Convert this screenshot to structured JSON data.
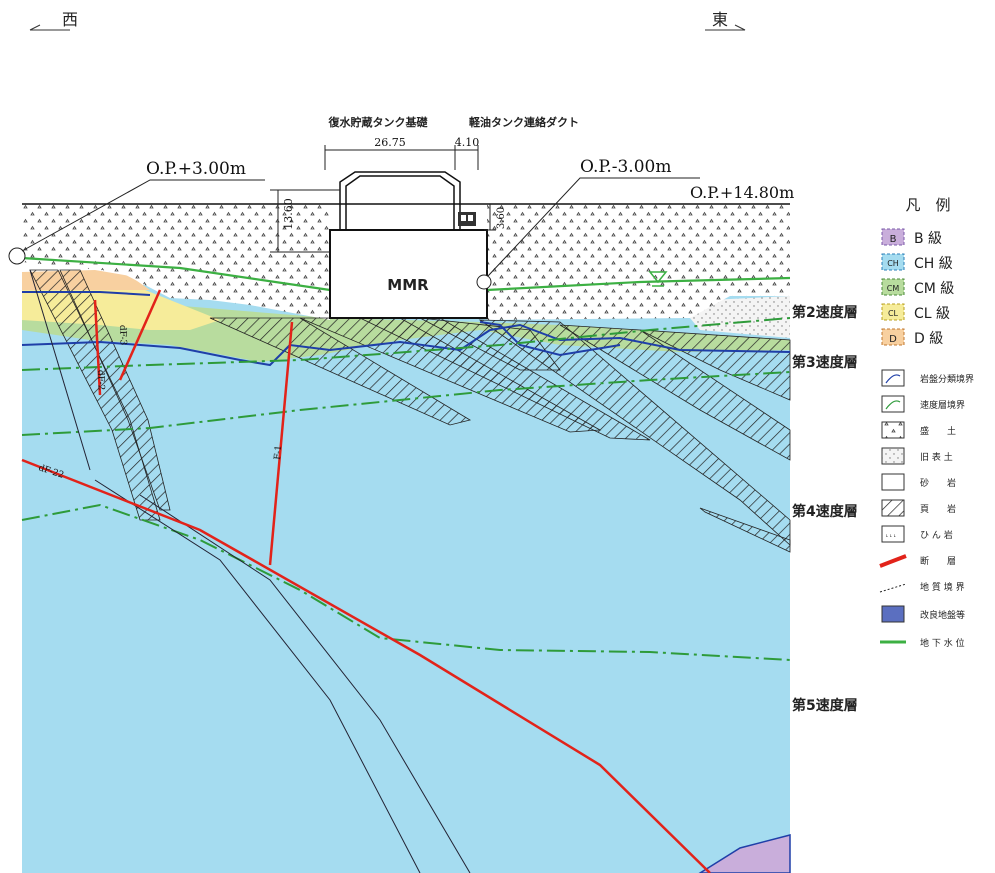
{
  "compass": {
    "west": "西",
    "east": "東"
  },
  "dimensions": {
    "tank_foundation_label": "復水貯蔵タンク基礎",
    "duct_label": "軽油タンク連絡ダクト",
    "tank_width": "26.75",
    "duct_width": "4.10",
    "height_left": "13.60",
    "height_right": "3.60"
  },
  "elevations": {
    "left_callout": "O.P.+3.00m",
    "right_callout": "O.P.-3.00m",
    "ground_level": "O.P.+14.80m"
  },
  "structure": {
    "mmr_label": "MMR"
  },
  "faults": {
    "f1": "F-1",
    "f2": "dF-2",
    "f3": "dF-3",
    "f4": "dF-22"
  },
  "velocity_layers": {
    "layer2": "第2速度層",
    "layer3": "第3速度層",
    "layer4": "第4速度層",
    "layer5": "第5速度層"
  },
  "legend": {
    "title": "凡　例",
    "rock_classes": [
      {
        "symbol": "B",
        "label": "B 級",
        "color": "#c9aedb"
      },
      {
        "symbol": "CH",
        "label": "CH 級",
        "color": "#a5dcf0"
      },
      {
        "symbol": "CM",
        "label": "CM 級",
        "color": "#b8dc9e"
      },
      {
        "symbol": "CL",
        "label": "CL 級",
        "color": "#f6ec9a"
      },
      {
        "symbol": "D",
        "label": "D 級",
        "color": "#f8d0a0"
      }
    ],
    "items": [
      {
        "label": "岩盤分類境界",
        "icon": "rock-class-boundary-icon"
      },
      {
        "label": "速度層境界",
        "icon": "velocity-boundary-icon"
      },
      {
        "label": "盛　　土",
        "icon": "fill-soil-icon"
      },
      {
        "label": "旧 表 土",
        "icon": "old-topsoil-icon"
      },
      {
        "label": "砂　　岩",
        "icon": "sandstone-icon"
      },
      {
        "label": "頁　　岩",
        "icon": "shale-icon"
      },
      {
        "label": "ひ ん 岩",
        "icon": "porphyrite-icon"
      },
      {
        "label": "断　　層",
        "icon": "fault-icon"
      },
      {
        "label": "地 質 境 界",
        "icon": "geologic-boundary-icon"
      },
      {
        "label": "改良地盤等",
        "icon": "improved-ground-icon"
      },
      {
        "label": "地 下 水 位",
        "icon": "groundwater-icon"
      }
    ]
  },
  "colors": {
    "ch_blue": "#a5dcf0",
    "cm_green": "#b8dc9e",
    "cl_yellow": "#f6ec9a",
    "d_orange": "#f8d0a0",
    "b_purple": "#c9aedb",
    "fault_red": "#e2231a",
    "groundwater_green": "#3cb043",
    "rock_boundary_blue": "#1f3fa8",
    "velocity_boundary_green": "#2e9b3a"
  }
}
